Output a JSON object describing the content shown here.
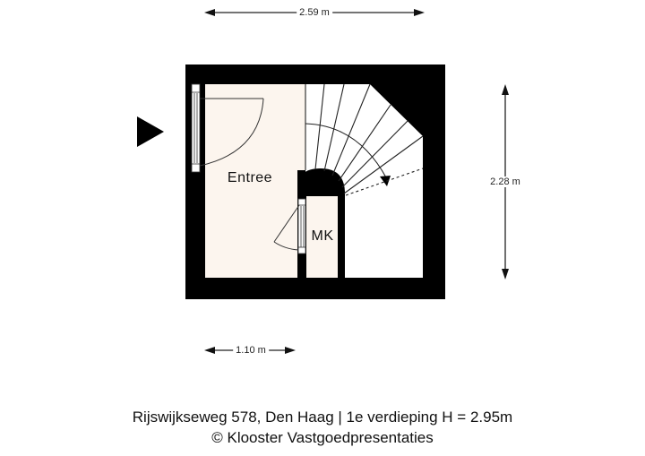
{
  "dimensions": {
    "width_top": "2.59 m",
    "height_right": "2.28 m",
    "width_entree": "1.10 m"
  },
  "rooms": [
    {
      "name": "Entree"
    },
    {
      "name": "MK"
    }
  ],
  "entrance_marker": "triangle-pointer",
  "footer": {
    "address_line": "Rijswijkseweg 578, Den Haag | 1e verdieping H = 2.95m",
    "copyright_line": "© Klooster Vastgoedpresentaties"
  },
  "colors": {
    "wall": "#000000",
    "room_fill": "#fcf5ee",
    "stair_fill": "#ffffff",
    "line": "#222222"
  }
}
